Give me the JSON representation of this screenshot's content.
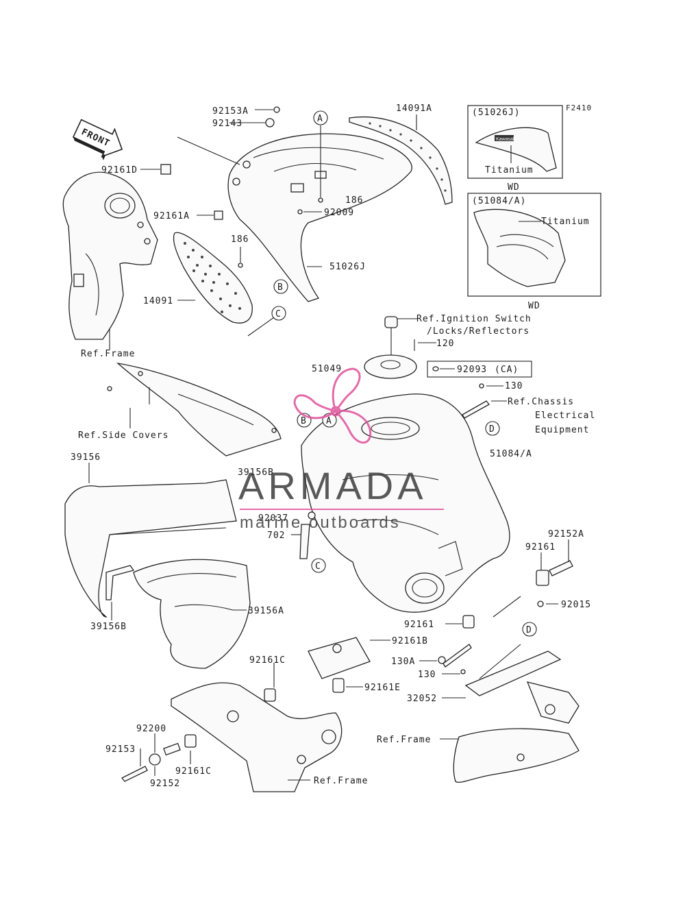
{
  "figure_code": "F2410",
  "front_label": "FRONT",
  "watermark": {
    "title": "ARMADA",
    "subtitle": "marine outboards",
    "accent": "#e0509a"
  },
  "callouts": [
    "A",
    "B",
    "C",
    "D"
  ],
  "variant_boxes": [
    {
      "code": "(51026J)",
      "material": "Titanium",
      "region": "WD",
      "brand": "Kawasaki"
    },
    {
      "code": "(51084/A)",
      "material": "Titanium",
      "region": "WD"
    }
  ],
  "options": [
    {
      "code": "92093",
      "region": "(CA)"
    }
  ],
  "references": {
    "frame_left": "Ref.Frame",
    "side_covers": "Ref.Side Covers",
    "ignition_1": "Ref.Ignition Switch",
    "ignition_2": "/Locks/Reflectors",
    "chassis_1": "Ref.Chassis",
    "chassis_2": "Electrical",
    "chassis_3": "Equipment",
    "frame_right": "Ref.Frame",
    "frame_bottom": "Ref.Frame"
  },
  "parts": [
    "92153A",
    "92143",
    "14091A",
    "92161D",
    "186",
    "92161A",
    "92009",
    "186",
    "51026J",
    "14091",
    "51049",
    "120",
    "130",
    "51084/A",
    "39156",
    "39156B",
    "92037",
    "702",
    "92152A",
    "92161",
    "39156A",
    "39156B",
    "92161",
    "92015",
    "92161B",
    "92161C",
    "130A",
    "130",
    "92161E",
    "32052",
    "92200",
    "92153",
    "92161C",
    "92152"
  ]
}
